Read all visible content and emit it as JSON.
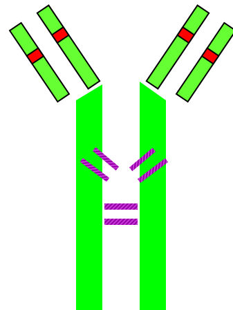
{
  "diagram": {
    "subject": "antibody",
    "colors": {
      "background": "#ffffff",
      "heavy_chain": "#00ff00",
      "light_chain": "#66ff33",
      "outline": "#000000",
      "variable_band": "#ff0000",
      "disulfide_bond": "#9900aa",
      "disulfide_stripe": "#cc44dd"
    },
    "parts": {
      "heavy_chains": 2,
      "light_chains": 4,
      "variable_bands": 4,
      "hinge_disulfide_bonds": 4,
      "interchain_disulfide_bonds": 2
    }
  }
}
